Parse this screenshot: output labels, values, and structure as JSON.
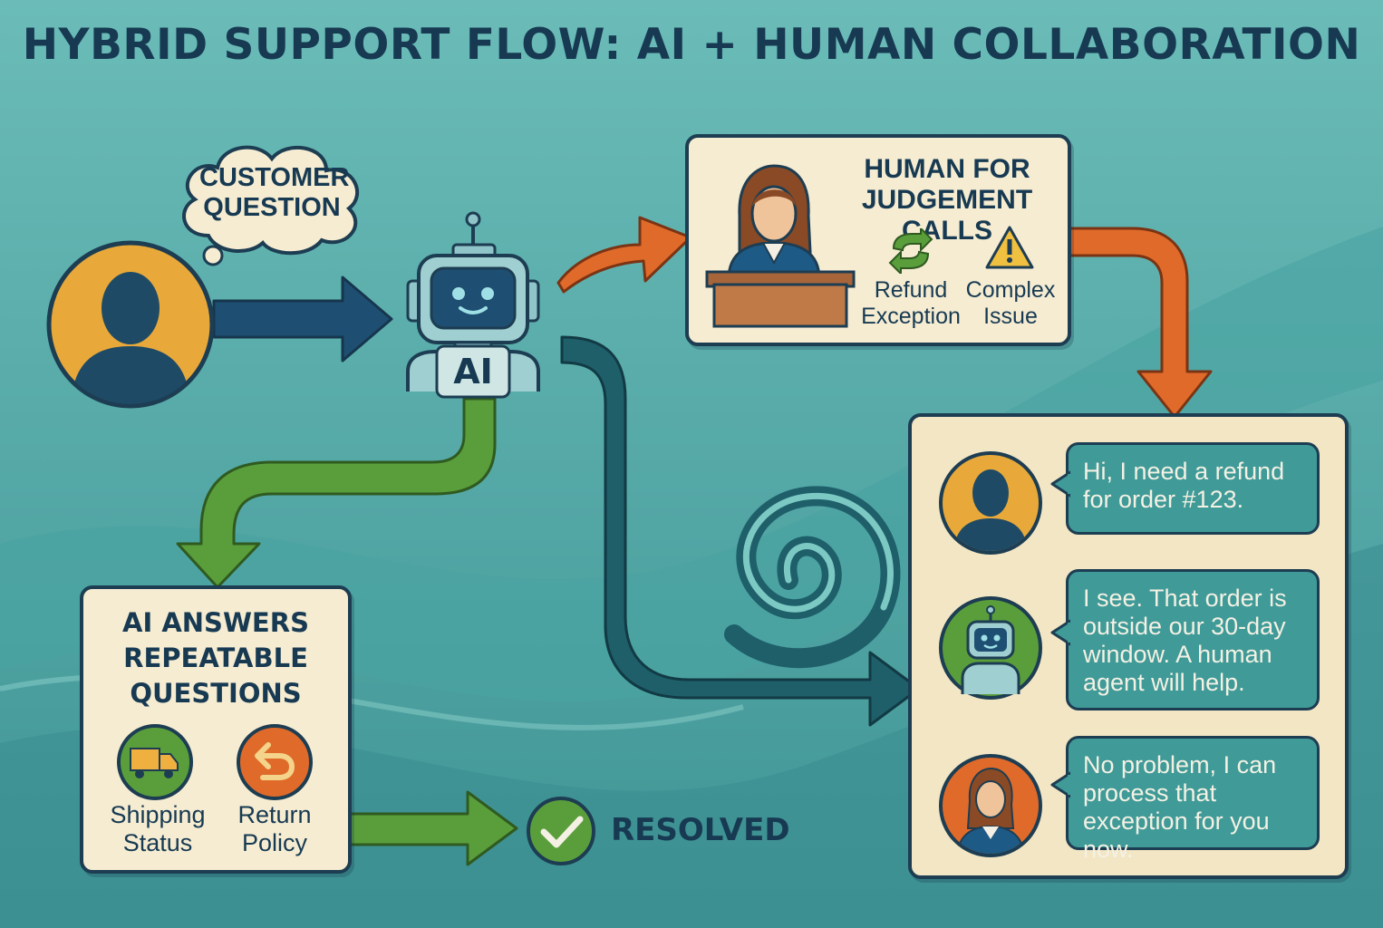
{
  "title": "HYBRID SUPPORT FLOW: AI + HUMAN COLLABORATION",
  "customer": {
    "thought": "CUSTOMER QUESTION",
    "icon": "person-silhouette-icon"
  },
  "ai": {
    "label": "AI",
    "icon": "robot-icon"
  },
  "human_panel": {
    "title": "HUMAN FOR JUDGEMENT CALLS",
    "icon": "agent-at-desk-icon",
    "items": [
      {
        "label": "Refund Exception",
        "icon": "refresh-arrows-icon"
      },
      {
        "label": "Complex Issue",
        "icon": "warning-triangle-icon"
      }
    ]
  },
  "ai_panel": {
    "title": "AI ANSWERS REPEATABLE QUESTIONS",
    "items": [
      {
        "label": "Shipping Status",
        "icon": "delivery-truck-icon"
      },
      {
        "label": "Return Policy",
        "icon": "return-arrow-icon"
      }
    ]
  },
  "resolved": {
    "label": "RESOLVED",
    "icon": "check-circle-icon"
  },
  "chat": [
    {
      "speaker": "customer",
      "text": "Hi, I need a refund for order #123."
    },
    {
      "speaker": "ai",
      "text": "I see. That order is outside our 30-day window. A human agent will help."
    },
    {
      "speaker": "human",
      "text": "No problem, I can process that exception for you now."
    }
  ],
  "colors": {
    "background": "#5fb3b0",
    "ink": "#173a52",
    "card": "#f6ecd2",
    "orange": "#e06a2a",
    "green": "#4f9a3a",
    "teal_arrow": "#1e5f6a",
    "navy_arrow": "#1e4f72",
    "yellow": "#e8a93a"
  }
}
